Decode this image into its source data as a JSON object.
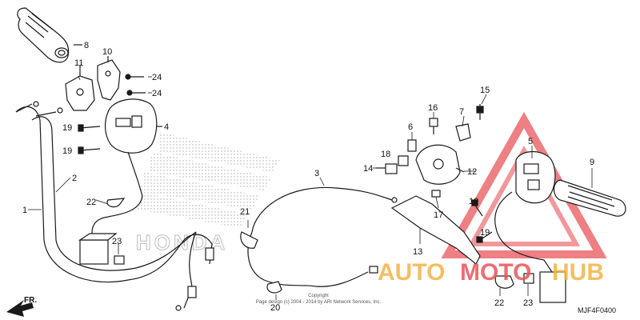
{
  "callouts": [
    {
      "id": "c8",
      "label": "8"
    },
    {
      "id": "c10",
      "label": "10"
    },
    {
      "id": "c11",
      "label": "11"
    },
    {
      "id": "c24a",
      "label": "24"
    },
    {
      "id": "c24b",
      "label": "24"
    },
    {
      "id": "c4",
      "label": "4"
    },
    {
      "id": "c19a",
      "label": "19"
    },
    {
      "id": "c19b",
      "label": "19"
    },
    {
      "id": "c2",
      "label": "2"
    },
    {
      "id": "c1",
      "label": "1"
    },
    {
      "id": "c22a",
      "label": "22"
    },
    {
      "id": "c23a",
      "label": "23"
    },
    {
      "id": "c3",
      "label": "3"
    },
    {
      "id": "c21",
      "label": "21"
    },
    {
      "id": "c20",
      "label": "20"
    },
    {
      "id": "c13",
      "label": "13"
    },
    {
      "id": "c15",
      "label": "15"
    },
    {
      "id": "c16",
      "label": "16"
    },
    {
      "id": "c7",
      "label": "7"
    },
    {
      "id": "c6",
      "label": "6"
    },
    {
      "id": "c18",
      "label": "18"
    },
    {
      "id": "c14",
      "label": "14"
    },
    {
      "id": "c12",
      "label": "12"
    },
    {
      "id": "c17",
      "label": "17"
    },
    {
      "id": "c5",
      "label": "5"
    },
    {
      "id": "c9",
      "label": "9"
    },
    {
      "id": "c19c",
      "label": "19"
    },
    {
      "id": "c19d",
      "label": "19"
    },
    {
      "id": "c22b",
      "label": "22"
    },
    {
      "id": "c23b",
      "label": "23"
    }
  ],
  "front_arrow_label": "FR.",
  "diagram_code": "MJF4F0400",
  "copyright_line1": "Copyright",
  "copyright_line2": "Page design (c) 2004 - 2014 by ARI Network Services, Inc.",
  "brand_watermark": "HONDA",
  "watermark": {
    "part1": "AUTO",
    "part2": "MOTO",
    "part3": "HUB",
    "color_orange": "#f2b347",
    "color_red": "#e8545a"
  },
  "colors": {
    "line": "#1a1a1a",
    "accent_red": "#e8545a",
    "accent_orange": "#f2b347"
  }
}
